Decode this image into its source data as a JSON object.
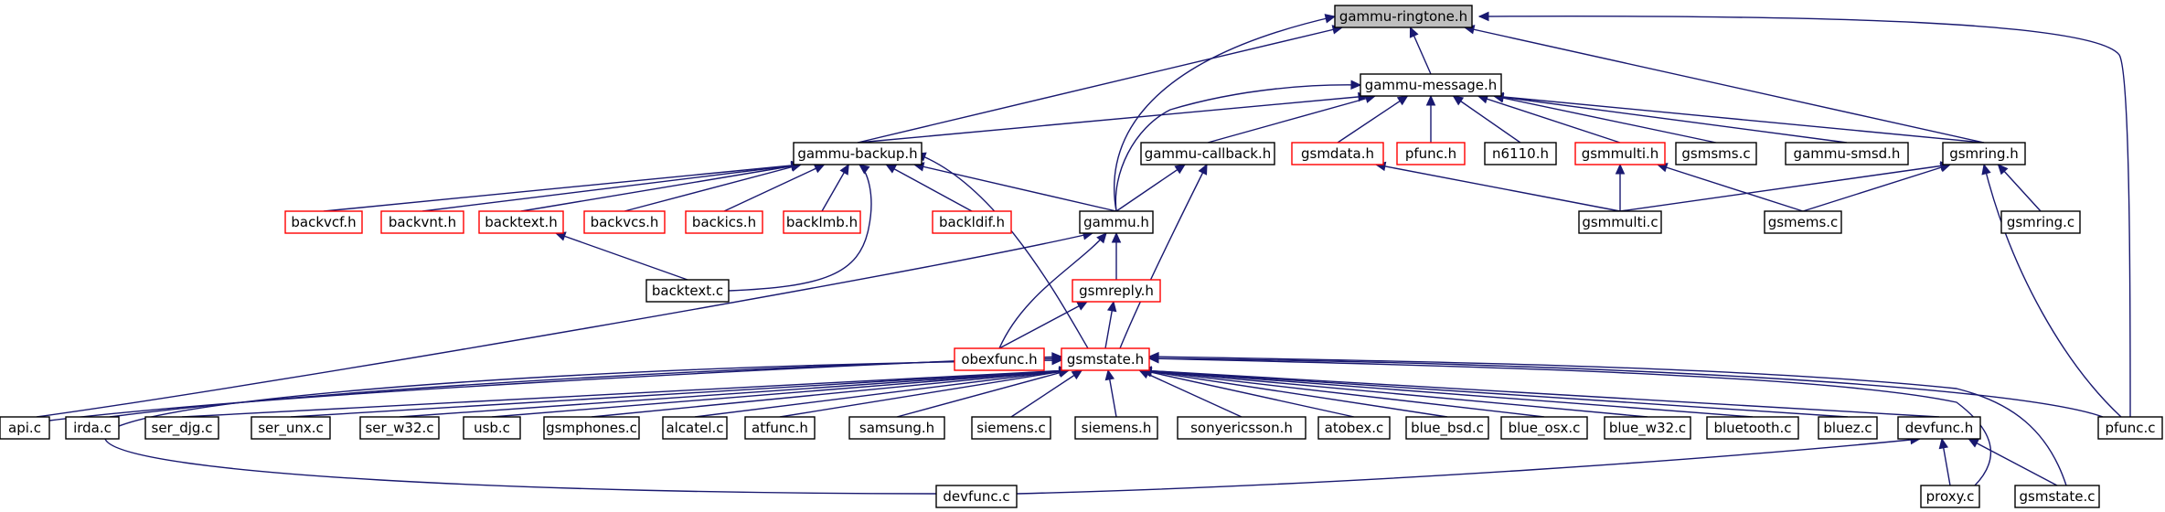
{
  "diagram": {
    "colors": {
      "edge": "#191970",
      "node_border": "#000000",
      "node_border_incomplete": "#ff0000",
      "focus_fill": "#bfbfbf",
      "background": "#ffffff"
    },
    "nodes": [
      {
        "id": "gammu_ringtone_h",
        "label": "gammu-ringtone.h",
        "focus": true
      },
      {
        "id": "gammu_message_h",
        "label": "gammu-message.h"
      },
      {
        "id": "gammu_backup_h",
        "label": "gammu-backup.h"
      },
      {
        "id": "gammu_callback_h",
        "label": "gammu-callback.h"
      },
      {
        "id": "gsmdata_h",
        "label": "gsmdata.h",
        "incomplete": true
      },
      {
        "id": "pfunc_h",
        "label": "pfunc.h",
        "incomplete": true
      },
      {
        "id": "n6110_h",
        "label": "n6110.h"
      },
      {
        "id": "gsmmulti_h",
        "label": "gsmmulti.h",
        "incomplete": true
      },
      {
        "id": "gsmsms_c",
        "label": "gsmsms.c"
      },
      {
        "id": "gammu_smsd_h",
        "label": "gammu-smsd.h"
      },
      {
        "id": "gsmring_h",
        "label": "gsmring.h"
      },
      {
        "id": "backvcf_h",
        "label": "backvcf.h",
        "incomplete": true
      },
      {
        "id": "backvnt_h",
        "label": "backvnt.h",
        "incomplete": true
      },
      {
        "id": "backtext_h",
        "label": "backtext.h",
        "incomplete": true
      },
      {
        "id": "backvcs_h",
        "label": "backvcs.h",
        "incomplete": true
      },
      {
        "id": "backics_h",
        "label": "backics.h",
        "incomplete": true
      },
      {
        "id": "backlmb_h",
        "label": "backlmb.h",
        "incomplete": true
      },
      {
        "id": "backldif_h",
        "label": "backldif.h",
        "incomplete": true
      },
      {
        "id": "gammu_h",
        "label": "gammu.h"
      },
      {
        "id": "gsmmulti_c",
        "label": "gsmmulti.c"
      },
      {
        "id": "gsmems_c",
        "label": "gsmems.c"
      },
      {
        "id": "gsmring_c",
        "label": "gsmring.c"
      },
      {
        "id": "backtext_c",
        "label": "backtext.c"
      },
      {
        "id": "gsmreply_h",
        "label": "gsmreply.h",
        "incomplete": true
      },
      {
        "id": "obexfunc_h",
        "label": "obexfunc.h",
        "incomplete": true
      },
      {
        "id": "gsmstate_h",
        "label": "gsmstate.h",
        "incomplete": true
      },
      {
        "id": "api_c",
        "label": "api.c"
      },
      {
        "id": "irda_c",
        "label": "irda.c"
      },
      {
        "id": "ser_djg_c",
        "label": "ser_djg.c"
      },
      {
        "id": "ser_unx_c",
        "label": "ser_unx.c"
      },
      {
        "id": "ser_w32_c",
        "label": "ser_w32.c"
      },
      {
        "id": "usb_c",
        "label": "usb.c"
      },
      {
        "id": "gsmphones_c",
        "label": "gsmphones.c"
      },
      {
        "id": "alcatel_c",
        "label": "alcatel.c"
      },
      {
        "id": "atfunc_h",
        "label": "atfunc.h"
      },
      {
        "id": "samsung_h",
        "label": "samsung.h"
      },
      {
        "id": "siemens_c",
        "label": "siemens.c"
      },
      {
        "id": "siemens_h",
        "label": "siemens.h"
      },
      {
        "id": "sonyericsson_h",
        "label": "sonyericsson.h"
      },
      {
        "id": "atobex_c",
        "label": "atobex.c"
      },
      {
        "id": "blue_bsd_c",
        "label": "blue_bsd.c"
      },
      {
        "id": "blue_osx_c",
        "label": "blue_osx.c"
      },
      {
        "id": "blue_w32_c",
        "label": "blue_w32.c"
      },
      {
        "id": "bluetooth_c",
        "label": "bluetooth.c"
      },
      {
        "id": "bluez_c",
        "label": "bluez.c"
      },
      {
        "id": "devfunc_h",
        "label": "devfunc.h"
      },
      {
        "id": "pfunc_c",
        "label": "pfunc.c"
      },
      {
        "id": "devfunc_c",
        "label": "devfunc.c"
      },
      {
        "id": "proxy_c",
        "label": "proxy.c"
      },
      {
        "id": "gsmstate_c",
        "label": "gsmstate.c"
      }
    ],
    "edges": [
      [
        "gammu_message_h",
        "gammu_ringtone_h"
      ],
      [
        "gammu_backup_h",
        "gammu_ringtone_h"
      ],
      [
        "gammu_h",
        "gammu_ringtone_h"
      ],
      [
        "gsmring_h",
        "gammu_ringtone_h"
      ],
      [
        "pfunc_c",
        "gammu_ringtone_h"
      ],
      [
        "gammu_backup_h",
        "gammu_message_h"
      ],
      [
        "gammu_callback_h",
        "gammu_message_h"
      ],
      [
        "gsmdata_h",
        "gammu_message_h"
      ],
      [
        "pfunc_h",
        "gammu_message_h"
      ],
      [
        "n6110_h",
        "gammu_message_h"
      ],
      [
        "gsmmulti_h",
        "gammu_message_h"
      ],
      [
        "gsmsms_c",
        "gammu_message_h"
      ],
      [
        "gammu_smsd_h",
        "gammu_message_h"
      ],
      [
        "gsmring_h",
        "gammu_message_h"
      ],
      [
        "gammu_h",
        "gammu_message_h"
      ],
      [
        "backvcf_h",
        "gammu_backup_h"
      ],
      [
        "backvnt_h",
        "gammu_backup_h"
      ],
      [
        "backtext_h",
        "gammu_backup_h"
      ],
      [
        "backvcs_h",
        "gammu_backup_h"
      ],
      [
        "backics_h",
        "gammu_backup_h"
      ],
      [
        "backlmb_h",
        "gammu_backup_h"
      ],
      [
        "backldif_h",
        "gammu_backup_h"
      ],
      [
        "gammu_h",
        "gammu_backup_h"
      ],
      [
        "backtext_c",
        "gammu_backup_h"
      ],
      [
        "gsmstate_h",
        "gammu_backup_h"
      ],
      [
        "gammu_h",
        "gammu_callback_h"
      ],
      [
        "gsmstate_h",
        "gammu_callback_h"
      ],
      [
        "gsmmulti_c",
        "gsmdata_h"
      ],
      [
        "gsmmulti_c",
        "gsmmulti_h"
      ],
      [
        "gsmems_c",
        "gsmmulti_h"
      ],
      [
        "gsmmulti_c",
        "gsmring_h"
      ],
      [
        "gsmems_c",
        "gsmring_h"
      ],
      [
        "gsmring_c",
        "gsmring_h"
      ],
      [
        "pfunc_c",
        "gsmring_h"
      ],
      [
        "backtext_c",
        "backtext_h"
      ],
      [
        "gsmreply_h",
        "gammu_h"
      ],
      [
        "obexfunc_h",
        "gammu_h"
      ],
      [
        "api_c",
        "gammu_h"
      ],
      [
        "obexfunc_h",
        "gsmreply_h"
      ],
      [
        "gsmstate_h",
        "gsmreply_h"
      ],
      [
        "api_c",
        "gsmstate_h"
      ],
      [
        "irda_c",
        "gsmstate_h"
      ],
      [
        "ser_djg_c",
        "gsmstate_h"
      ],
      [
        "ser_unx_c",
        "gsmstate_h"
      ],
      [
        "ser_w32_c",
        "gsmstate_h"
      ],
      [
        "usb_c",
        "gsmstate_h"
      ],
      [
        "gsmphones_c",
        "gsmstate_h"
      ],
      [
        "alcatel_c",
        "gsmstate_h"
      ],
      [
        "atfunc_h",
        "gsmstate_h"
      ],
      [
        "samsung_h",
        "gsmstate_h"
      ],
      [
        "siemens_c",
        "gsmstate_h"
      ],
      [
        "siemens_h",
        "gsmstate_h"
      ],
      [
        "sonyericsson_h",
        "gsmstate_h"
      ],
      [
        "atobex_c",
        "gsmstate_h"
      ],
      [
        "blue_bsd_c",
        "gsmstate_h"
      ],
      [
        "blue_osx_c",
        "gsmstate_h"
      ],
      [
        "blue_w32_c",
        "gsmstate_h"
      ],
      [
        "bluetooth_c",
        "gsmstate_h"
      ],
      [
        "bluez_c",
        "gsmstate_h"
      ],
      [
        "devfunc_h",
        "gsmstate_h"
      ],
      [
        "pfunc_c",
        "gsmstate_h"
      ],
      [
        "devfunc_c",
        "gsmstate_h"
      ],
      [
        "proxy_c",
        "gsmstate_h"
      ],
      [
        "gsmstate_c",
        "gsmstate_h"
      ],
      [
        "devfunc_c",
        "devfunc_h"
      ],
      [
        "proxy_c",
        "devfunc_h"
      ],
      [
        "gsmstate_c",
        "devfunc_h"
      ]
    ]
  }
}
